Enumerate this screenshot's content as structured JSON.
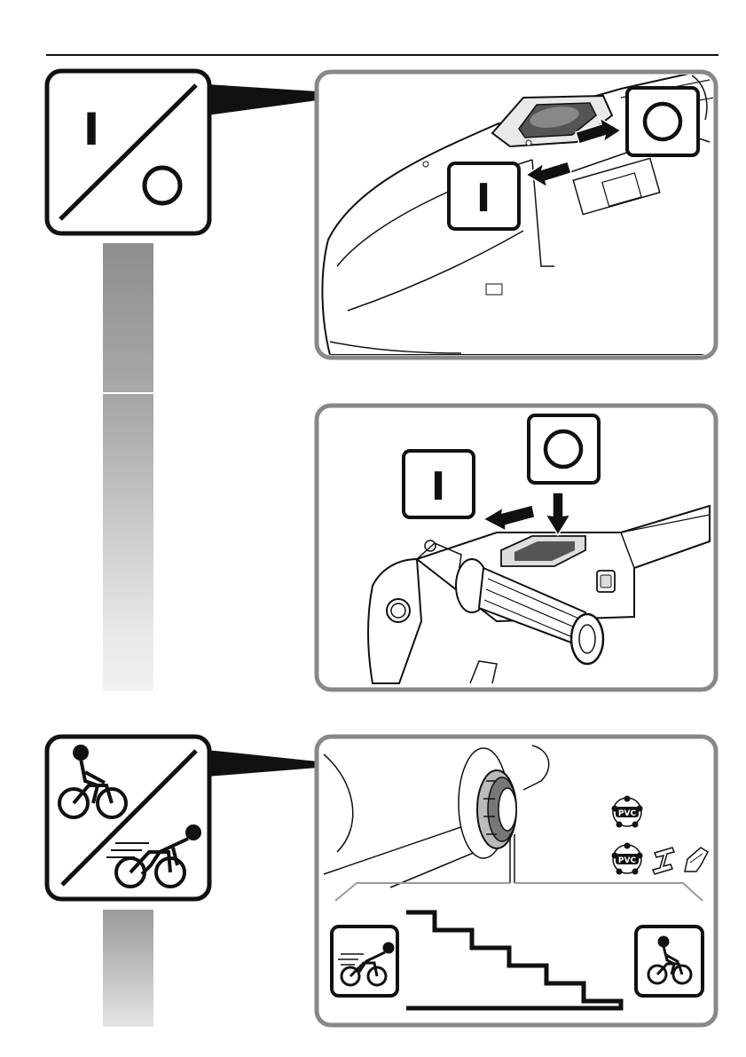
{
  "symbols": {
    "on": "I",
    "off": "O"
  },
  "figure3": {
    "material_symbol": "PVC"
  },
  "icons": [
    "on-off-switch-icon",
    "cyclist-slow-icon",
    "cyclist-fast-icon",
    "pvc-material-icon",
    "steel-beam-icon",
    "sheet-metal-icon",
    "arrow-left-icon",
    "arrow-right-icon",
    "arrow-down-icon",
    "manufacturer-logo-icon"
  ],
  "colors": {
    "frame": "#888888",
    "ink": "#111111",
    "sidebar_dark": "#8e8e8e",
    "sidebar_light": "#f2f2f2"
  }
}
